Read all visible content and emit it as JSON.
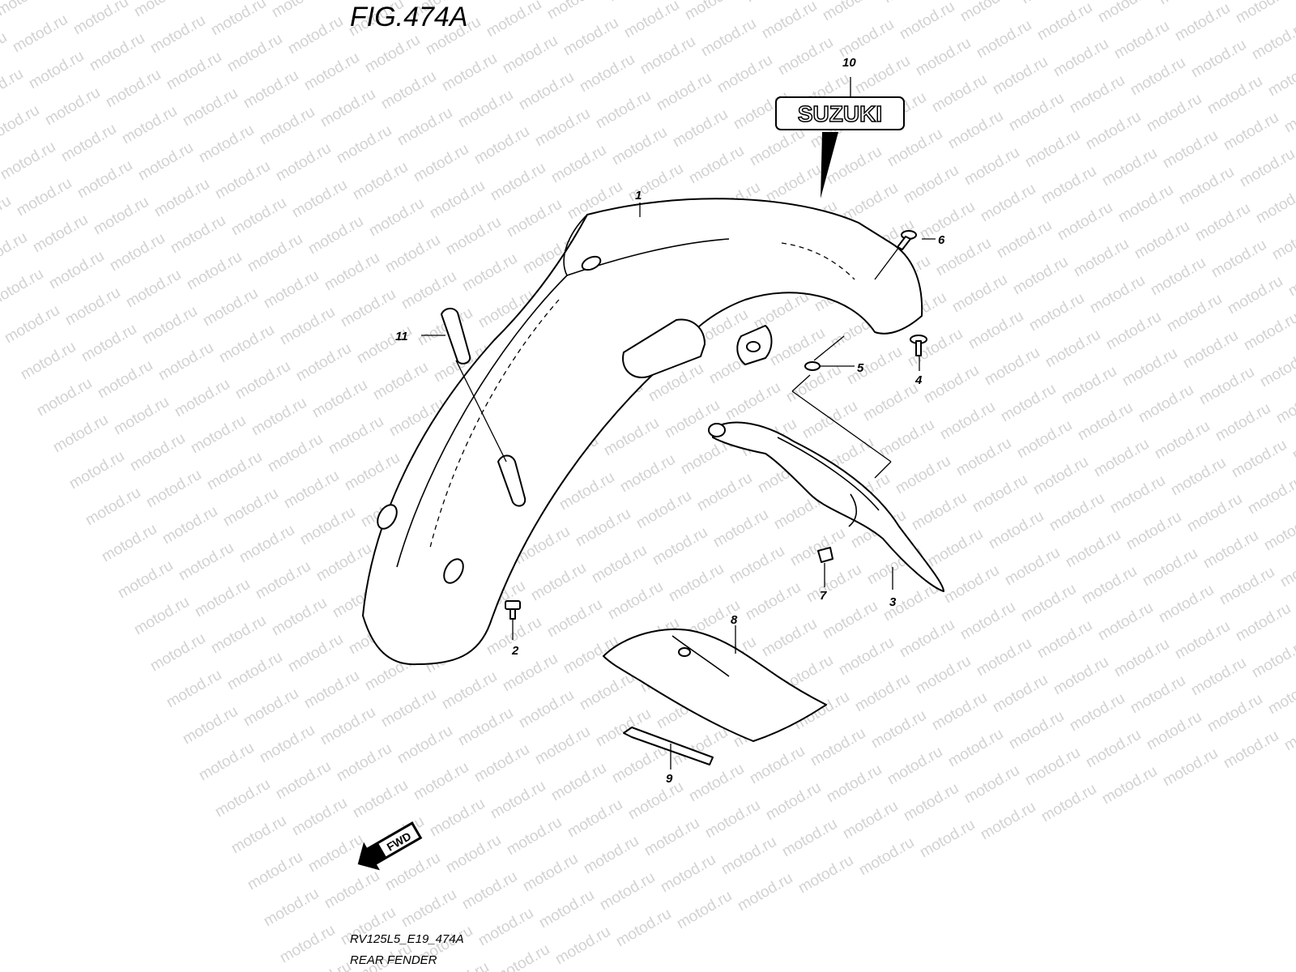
{
  "figure": {
    "title": "FIG.474A",
    "code": "RV125L5_E19_474A",
    "name": "REAR FENDER"
  },
  "watermark": "motod.ru",
  "emblem_text": "SUZUKI",
  "fwd_label": "FWD",
  "callouts": [
    "1",
    "2",
    "3",
    "4",
    "5",
    "6",
    "7",
    "8",
    "9",
    "10",
    "11"
  ]
}
